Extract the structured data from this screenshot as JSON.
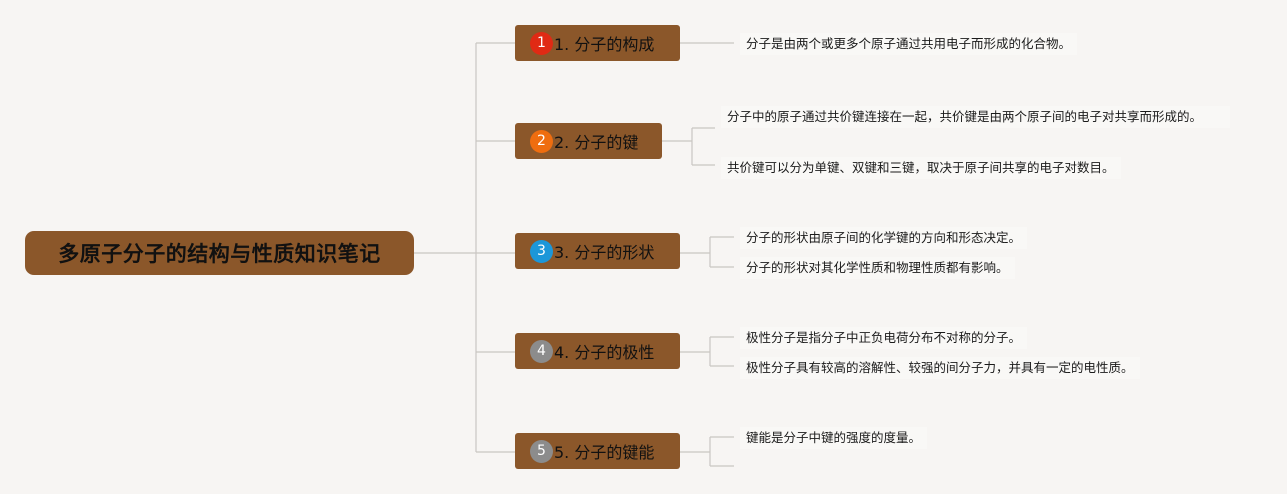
{
  "root": {
    "title": "多原子分子的结构与性质知识笔记"
  },
  "branches": [
    {
      "number": "1",
      "label": "1. 分子的构成",
      "badge_color": "#e02a14",
      "notes": [
        "分子是由两个或更多个原子通过共用电子而形成的化合物。"
      ]
    },
    {
      "number": "2",
      "label": "2. 分子的键",
      "badge_color": "#ef6d0f",
      "notes": [
        "分子中的原子通过共价键连接在一起，共价键是由两个原子间的电子对共享而形成的。",
        "共价键可以分为单键、双键和三键，取决于原子间共享的电子对数目。"
      ]
    },
    {
      "number": "3",
      "label": "3. 分子的形状",
      "badge_color": "#1c97d9",
      "notes": [
        "分子的形状由原子间的化学键的方向和形态决定。",
        "分子的形状对其化学性质和物理性质都有影响。"
      ]
    },
    {
      "number": "4",
      "label": "4. 分子的极性",
      "badge_color": "#8c8c8c",
      "notes": [
        "极性分子是指分子中正负电荷分布不对称的分子。",
        "极性分子具有较高的溶解性、较强的间分子力，并具有一定的电性质。"
      ]
    },
    {
      "number": "5",
      "label": "5. 分子的键能",
      "badge_color": "#8c8c8c",
      "notes": [
        "键能是分子中键的强度的度量。"
      ]
    }
  ]
}
